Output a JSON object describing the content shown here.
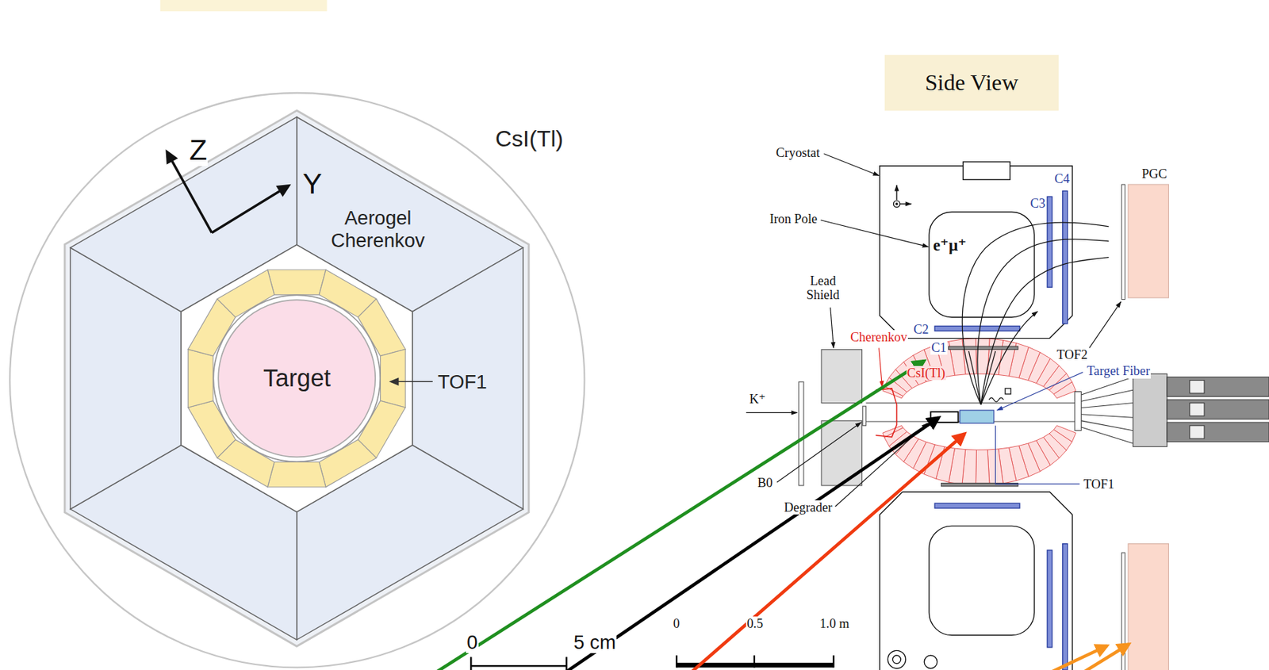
{
  "diagram": {
    "nodes": [
      {
        "text": [
          "CsI(Tl)"
        ]
      },
      {
        "text": [
          "Aerogel Cherenkov"
        ],
        "in": 0
      },
      {
        "text": [
          "Target"
        ],
        "in": 1
      },
      {
        "text": [
          "Side View"
        ]
      }
    ],
    "labels": [
      "Z",
      "Y",
      "TOF1",
      "0",
      "5 cm",
      "Cryostat",
      "Iron Pole",
      "e⁺μ⁺",
      "C4",
      "C3",
      "PGC",
      "Lead Shield",
      "Cherenkov",
      "C2",
      "C1",
      "CsI(Tl)",
      "Target Fiber",
      "TOF2",
      "K⁺",
      "B0",
      "Degrader",
      "TOF1",
      "0",
      "0.5",
      "1.0 m"
    ]
  }
}
